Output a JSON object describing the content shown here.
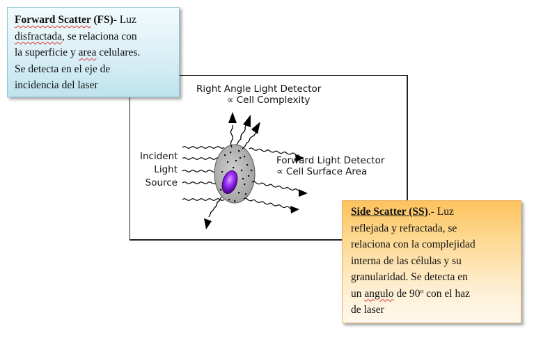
{
  "diagram": {
    "top_detector_line1": "Right Angle Light Detector",
    "top_detector_line2": "∝ Cell Complexity",
    "forward_detector_line1": "Forward Light Detector",
    "forward_detector_line2": "∝ Cell Surface Area",
    "source_line1": "Incident",
    "source_line2": "Light",
    "source_line3": "Source"
  },
  "callout_fs": {
    "term": "Forward Scatter",
    "abbr": "(FS)",
    "line1_rest": "- Luz",
    "line2_word": "disfractada",
    "line2_rest": ", se relaciona con",
    "line3_pre": "la superficie y ",
    "line3_word": "area",
    "line3_rest": " celulares.",
    "line4": "Se detecta en el eje de",
    "line5": "incidencia del laser"
  },
  "callout_ss": {
    "term": "Side Scatter",
    "abbr": "(SS)",
    "line1_rest": ".- Luz",
    "line2": "reflejada y refractada, se",
    "line3": "relaciona con la complejidad",
    "line4": "interna de las células y su",
    "line5": "granularidad. Se detecta en",
    "line6_pre": "un ",
    "line6_word": "angulo",
    "line6_rest": " de 90º con el haz",
    "line7": "de laser"
  },
  "colors": {
    "fs_box": "#d9eff5",
    "ss_box": "#fdd890",
    "nucleus": "#8a2be2",
    "cell": "#b8b8b8"
  }
}
